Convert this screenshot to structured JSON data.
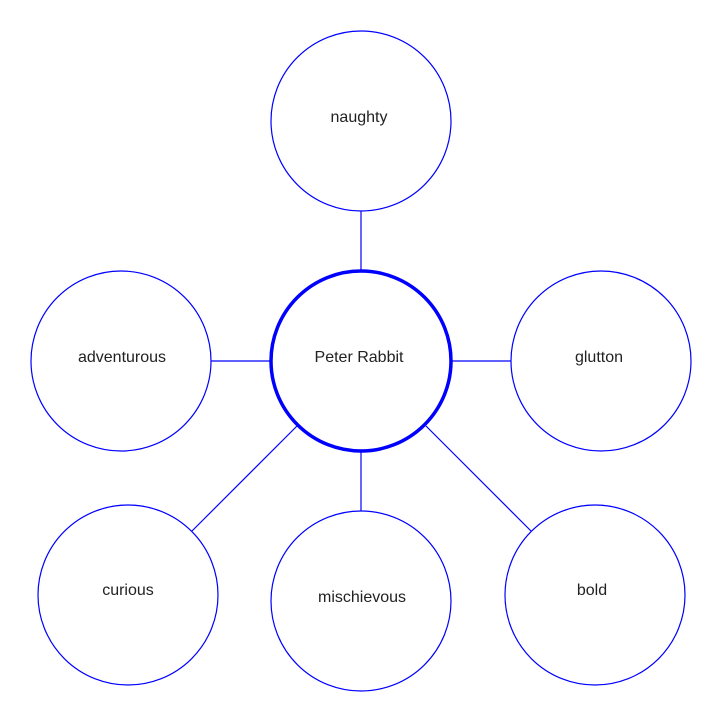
{
  "diagram": {
    "type": "mind-map",
    "color": "#0000ff",
    "center": {
      "id": "center",
      "label": "Peter Rabbit"
    },
    "nodes": [
      {
        "id": "naughty",
        "label": "naughty"
      },
      {
        "id": "adventurous",
        "label": "adventurous"
      },
      {
        "id": "glutton",
        "label": "glutton"
      },
      {
        "id": "curious",
        "label": "curious"
      },
      {
        "id": "mischievous",
        "label": "mischievous"
      },
      {
        "id": "bold",
        "label": "bold"
      }
    ]
  }
}
